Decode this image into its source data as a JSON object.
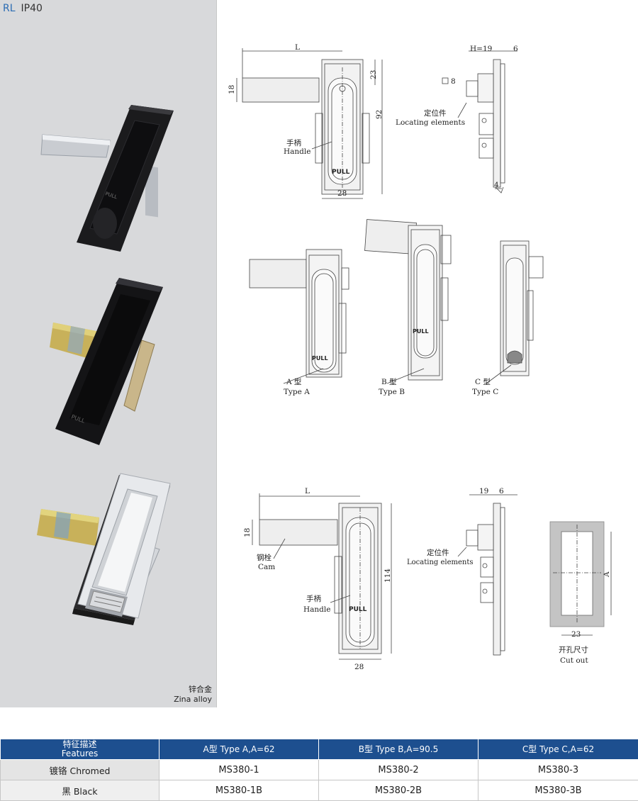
{
  "header": {
    "brand": "RL",
    "rating": "IP40"
  },
  "photos": {
    "material_cn": "锌合金",
    "material_en": "Zina alloy",
    "pull_text": "PULL"
  },
  "drawing_top": {
    "dim_L": "L",
    "dim_18": "18",
    "dim_23": "23",
    "dim_92": "92",
    "dim_28": "28",
    "handle_cn": "手柄",
    "handle_en": "Handle",
    "dim_H": "H=19",
    "dim_6": "6",
    "square_8": "8",
    "dim_4": "4",
    "locating_cn": "定位件",
    "locating_en": "Locating elements"
  },
  "types": {
    "a_cn": "A  型",
    "a_en": "Type A",
    "b_cn": "B  型",
    "b_en": "Type B",
    "c_cn": "C  型",
    "c_en": "Type C"
  },
  "drawing_bottom": {
    "dim_L": "L",
    "dim_18": "18",
    "dim_114": "114",
    "dim_28": "28",
    "cam_cn": "钢栓",
    "cam_en": "Cam",
    "handle_cn": "手柄",
    "handle_en": "Handle",
    "dim_19": "19",
    "dim_6": "6",
    "locating_cn": "定位件",
    "locating_en": "Locating elements",
    "dim_A": "A",
    "dim_23": "23",
    "cutout_cn": "开孔尺寸",
    "cutout_en": "Cut out"
  },
  "table": {
    "headers": [
      {
        "cn": "特征描述",
        "en": "Features"
      },
      {
        "text": "A型  Type A,A=62"
      },
      {
        "text": "B型  Type B,A=90.5"
      },
      {
        "text": "C型  Type C,A=62"
      }
    ],
    "rows": [
      {
        "feature": "镀铬  Chromed",
        "a": "MS380-1",
        "b": "MS380-2",
        "c": "MS380-3"
      },
      {
        "feature": "黑  Black",
        "a": "MS380-1B",
        "b": "MS380-2B",
        "c": "MS380-3B"
      }
    ]
  },
  "colors": {
    "header_bg": "#1d4f8f",
    "brand_blue": "#2b6cb3",
    "panel_gray": "#d8d9db"
  }
}
